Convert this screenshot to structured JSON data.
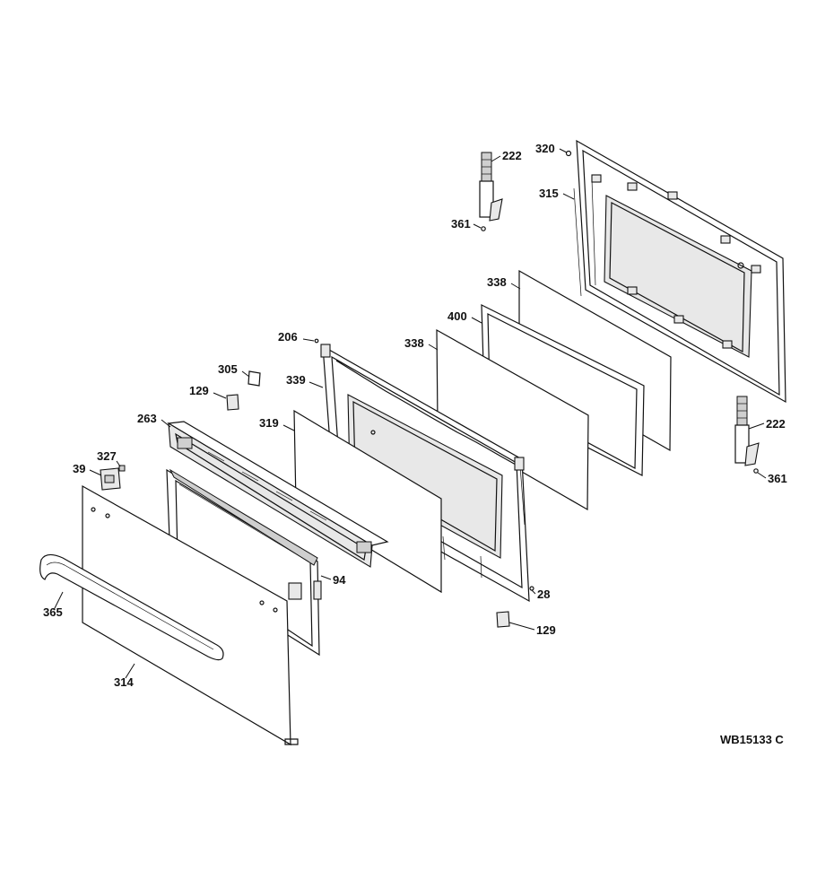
{
  "diagram": {
    "drawing_number": "WB15133 C",
    "callouts": {
      "c222a": "222",
      "c320": "320",
      "c315": "315",
      "c361a": "361",
      "c338a": "338",
      "c400": "400",
      "c338b": "338",
      "c206": "206",
      "c305": "305",
      "c339": "339",
      "c129a": "129",
      "c263": "263",
      "c319": "319",
      "c327": "327",
      "c39": "39",
      "c94": "94",
      "c28": "28",
      "c365": "365",
      "c129b": "129",
      "c314": "314",
      "c222b": "222",
      "c361b": "361"
    }
  }
}
